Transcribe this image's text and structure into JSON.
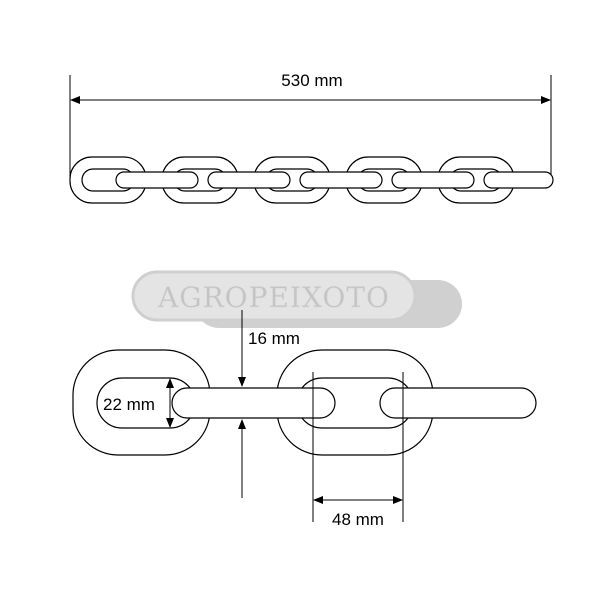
{
  "watermark": "AGROPEIXOTO",
  "dimensions": {
    "total_length": "530 mm",
    "wire_diameter": "16 mm",
    "inner_width": "22 mm",
    "inner_length": "48 mm"
  },
  "top_chain_link_count": 5
}
